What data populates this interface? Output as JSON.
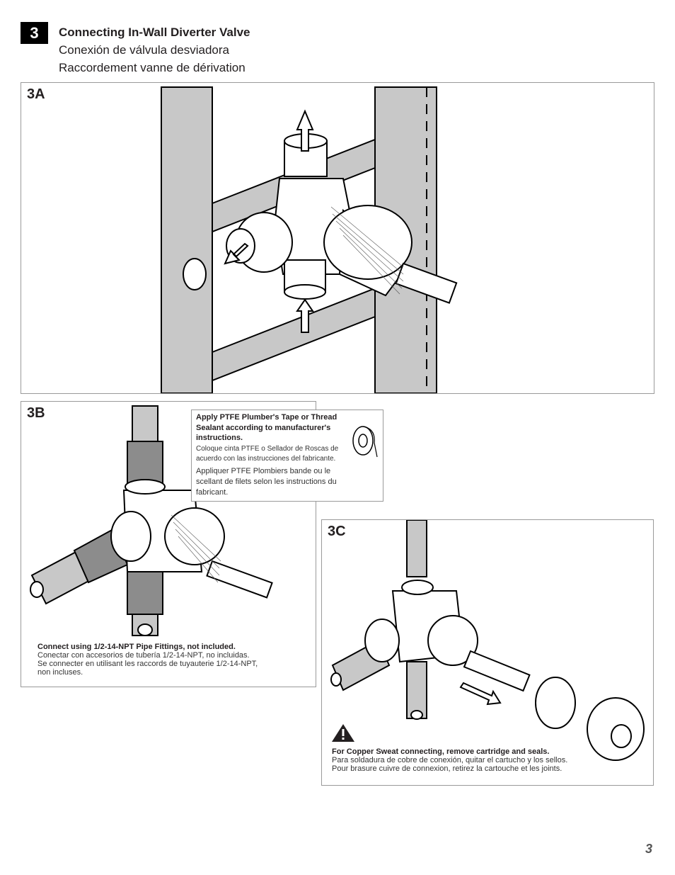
{
  "step": {
    "number": "3"
  },
  "titles": {
    "en": "Connecting In-Wall Diverter Valve",
    "es": "Conexión de válvula desviadora",
    "fr": "Raccordement vanne de dérivation"
  },
  "panels": {
    "a": {
      "label": "3A"
    },
    "b": {
      "label": "3B",
      "callout": {
        "en": "Apply PTFE Plumber's Tape or Thread Sealant according to manufacturer's instructions.",
        "es": "Coloque cinta PTFE o Sellador de Roscas de acuerdo con las instrucciones del fabricante.",
        "fr": "Appliquer PTFE Plombiers bande ou le scellant de filets selon les instructions du fabricant."
      },
      "note": {
        "en": "Connect using 1/2-14-NPT Pipe Fittings, not included.",
        "es": "Conectar con accesorios de tubería 1/2-14-NPT, no incluidas.",
        "fr": "Se connecter en utilisant les raccords de tuyauterie 1/2-14-NPT, non incluses."
      }
    },
    "c": {
      "label": "3C",
      "note": {
        "en": "For Copper Sweat connecting, remove cartridge and seals.",
        "es": "Para soldadura de cobre de conexión, quitar el cartucho y los sellos.",
        "fr": "Pour brasure cuivre de connexion, retirez la cartouche et les joints."
      }
    }
  },
  "icons": {
    "warning": "warning-triangle-icon",
    "tape": "ptfe-tape-roll-icon"
  },
  "page_number": "3"
}
